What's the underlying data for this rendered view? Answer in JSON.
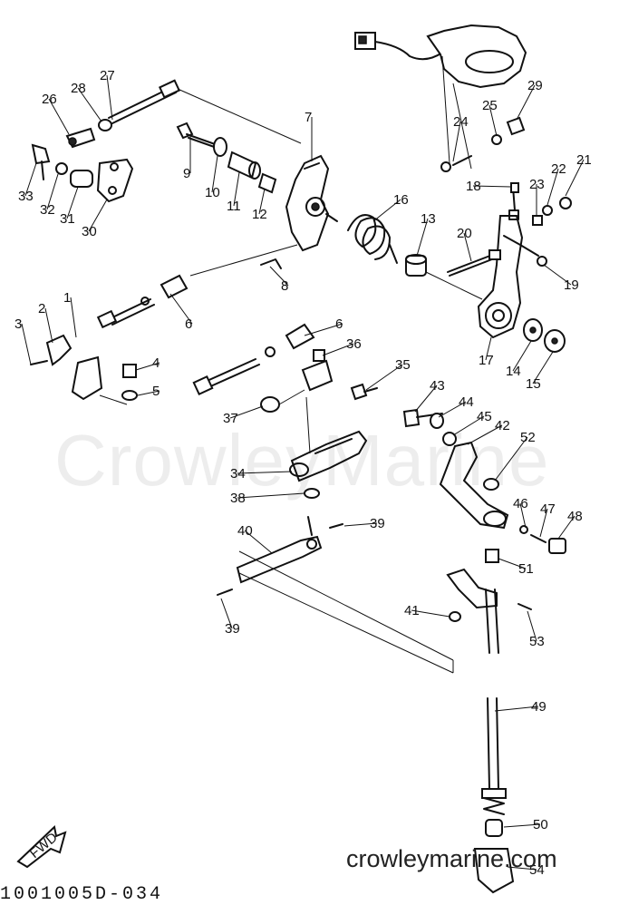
{
  "watermark": "CrowleyMarine",
  "site_url": "crowleymarine.com",
  "diagram_code": "1001005D-034",
  "fwd_label": "FWD",
  "callouts": [
    "1",
    "2",
    "3",
    "4",
    "5",
    "6",
    "6",
    "7",
    "8",
    "9",
    "10",
    "11",
    "12",
    "13",
    "14",
    "15",
    "16",
    "17",
    "18",
    "19",
    "20",
    "21",
    "22",
    "23",
    "24",
    "25",
    "26",
    "27",
    "28",
    "29",
    "30",
    "31",
    "32",
    "33",
    "34",
    "35",
    "36",
    "37",
    "38",
    "39",
    "39",
    "40",
    "41",
    "42",
    "43",
    "44",
    "45",
    "46",
    "47",
    "48",
    "49",
    "50",
    "51",
    "52",
    "53",
    "54"
  ]
}
